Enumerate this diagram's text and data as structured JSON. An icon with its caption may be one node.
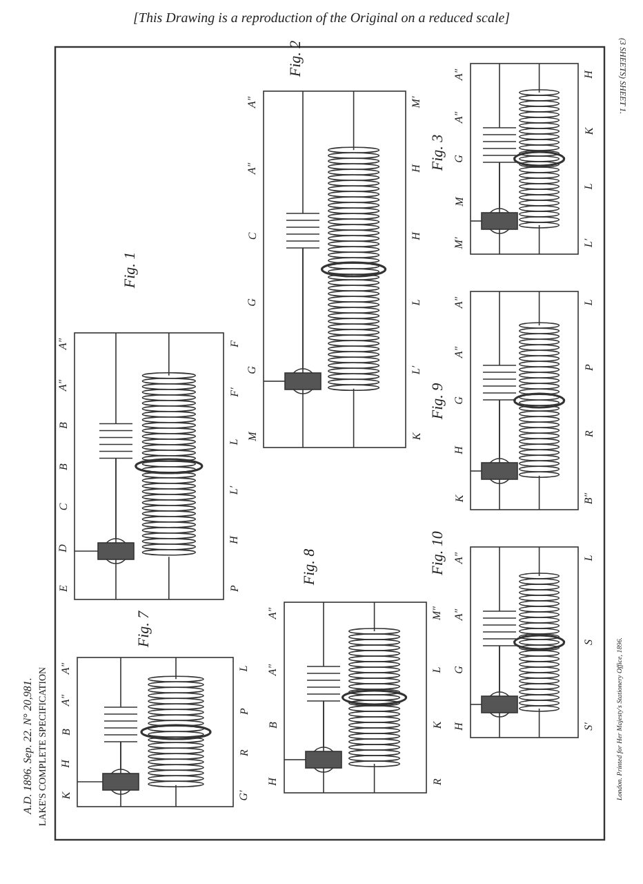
{
  "diagram": {
    "labels": [
      "[This Drawing is a reproduction of the Original on a reduced scale]",
      "A.D. 1896. Sep. 22. N° 20,981.",
      "LAKE'S COMPLETE SPECIFICATION",
      "(3 SHEETS) SHEET 1.",
      "London. Printed for Her Majesty's Stationery Office, 1896.",
      "Fig. 1",
      "Fig. 2",
      "Fig. 3",
      "Fig. 9",
      "Fig. 10",
      "Fig. 8",
      "Fig. 7",
      "A″",
      "A″",
      "B",
      "B",
      "C",
      "D",
      "E",
      "F",
      "F′",
      "L",
      "L′",
      "H",
      "P",
      "A″",
      "A″",
      "C",
      "G",
      "G",
      "M",
      "M′",
      "H",
      "H",
      "L",
      "L′",
      "K",
      "A″",
      "A″",
      "G",
      "M",
      "M′",
      "H",
      "K",
      "L",
      "L′",
      "A″",
      "A″",
      "G",
      "H",
      "K",
      "L",
      "P",
      "R",
      "B″",
      "A″",
      "A″",
      "G",
      "H",
      "L",
      "S",
      "S′",
      "A″",
      "A″",
      "B",
      "H",
      "M″",
      "L",
      "K",
      "R",
      "A″",
      "A″",
      "B",
      "H",
      "K",
      "L",
      "P",
      "R",
      "G′"
    ]
  }
}
